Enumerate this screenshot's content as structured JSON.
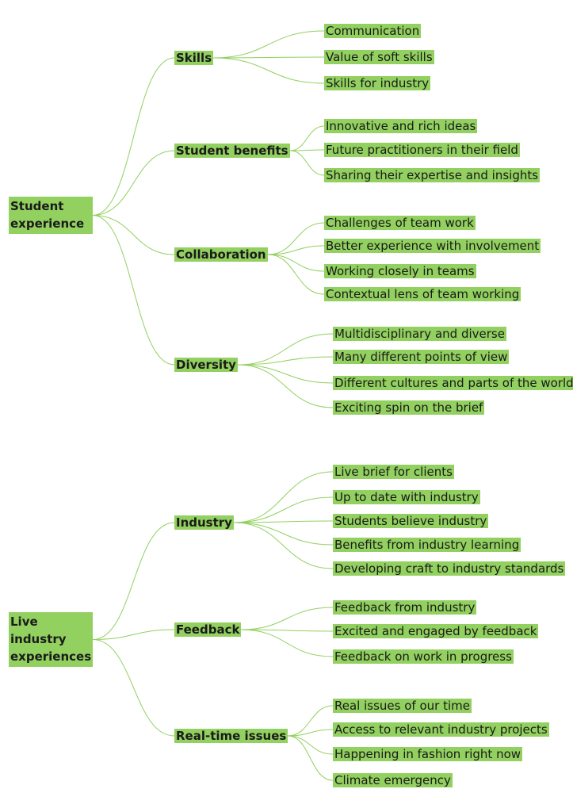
{
  "colors": {
    "node_fill": "#92d060",
    "connector": "#92d060",
    "text": "#1a1a1a"
  },
  "mindmaps": [
    {
      "root": "Student experience",
      "branches": [
        {
          "label": "Skills",
          "leaves": [
            "Communication",
            "Value of soft skills",
            "Skills for industry"
          ]
        },
        {
          "label": "Student benefits",
          "leaves": [
            "Innovative and rich ideas",
            "Future practitioners in their field",
            "Sharing their expertise and insights"
          ]
        },
        {
          "label": "Collaboration",
          "leaves": [
            "Challenges of team work",
            "Better experience with involvement",
            "Working closely in teams",
            "Contextual lens of team working"
          ]
        },
        {
          "label": "Diversity",
          "leaves": [
            "Multidisciplinary and diverse",
            "Many different points of view",
            "Different cultures and parts of the world",
            "Exciting spin on the brief"
          ]
        }
      ]
    },
    {
      "root": "Live industry experiences",
      "branches": [
        {
          "label": "Industry",
          "leaves": [
            "Live brief for clients",
            "Up to date with industry",
            "Students believe industry",
            "Benefits from industry learning",
            "Developing craft to industry standards"
          ]
        },
        {
          "label": "Feedback",
          "leaves": [
            "Feedback from industry",
            "Excited and engaged by feedback",
            "Feedback on work in progress"
          ]
        },
        {
          "label": "Real-time issues",
          "leaves": [
            "Real issues of our time",
            "Access to relevant industry projects",
            "Happening in fashion right now",
            "Climate emergency"
          ]
        }
      ]
    }
  ]
}
